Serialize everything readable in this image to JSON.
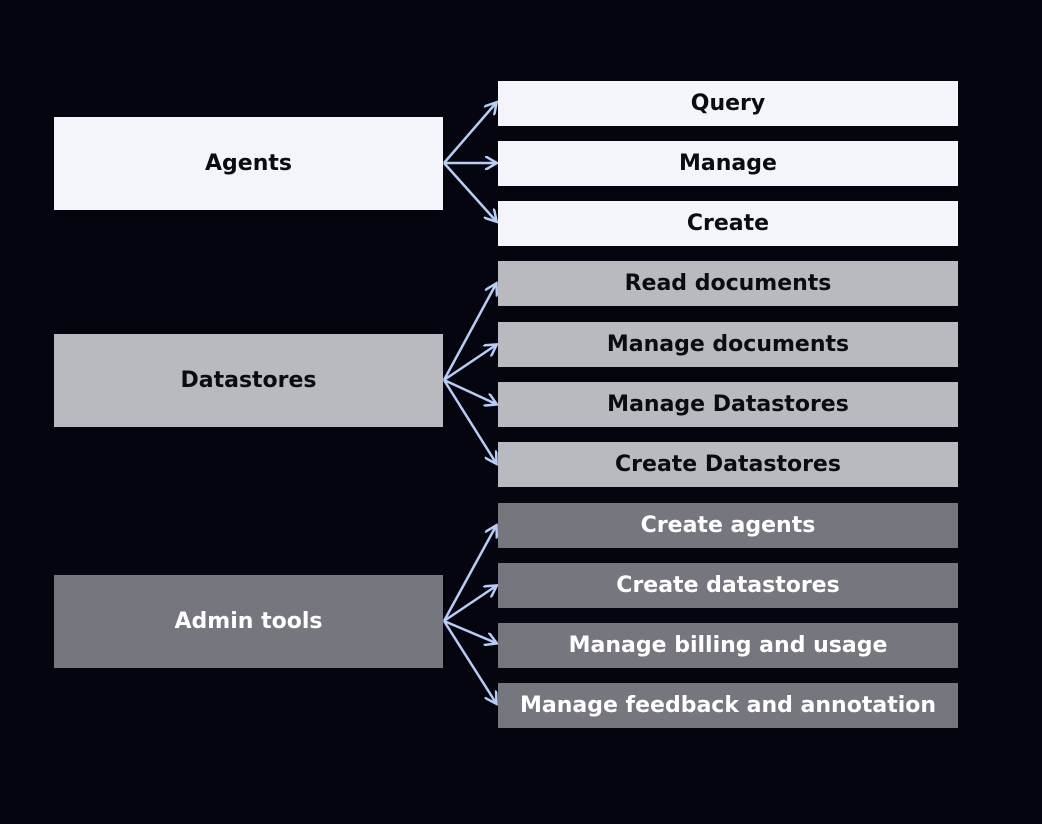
{
  "colors": {
    "background": "#05050f",
    "arrow": "#b8cdf5",
    "agents_fill": "#f4f5fa",
    "datastores_fill": "#b9bac0",
    "admin_fill": "#75767e"
  },
  "groups": [
    {
      "label": "Agents",
      "items": [
        "Query",
        "Manage",
        "Create"
      ]
    },
    {
      "label": "Datastores",
      "items": [
        "Read documents",
        "Manage documents",
        "Manage Datastores",
        "Create Datastores"
      ]
    },
    {
      "label": "Admin tools",
      "items": [
        "Create agents",
        "Create datastores",
        "Manage billing and usage",
        "Manage feedback and annotation"
      ]
    }
  ]
}
